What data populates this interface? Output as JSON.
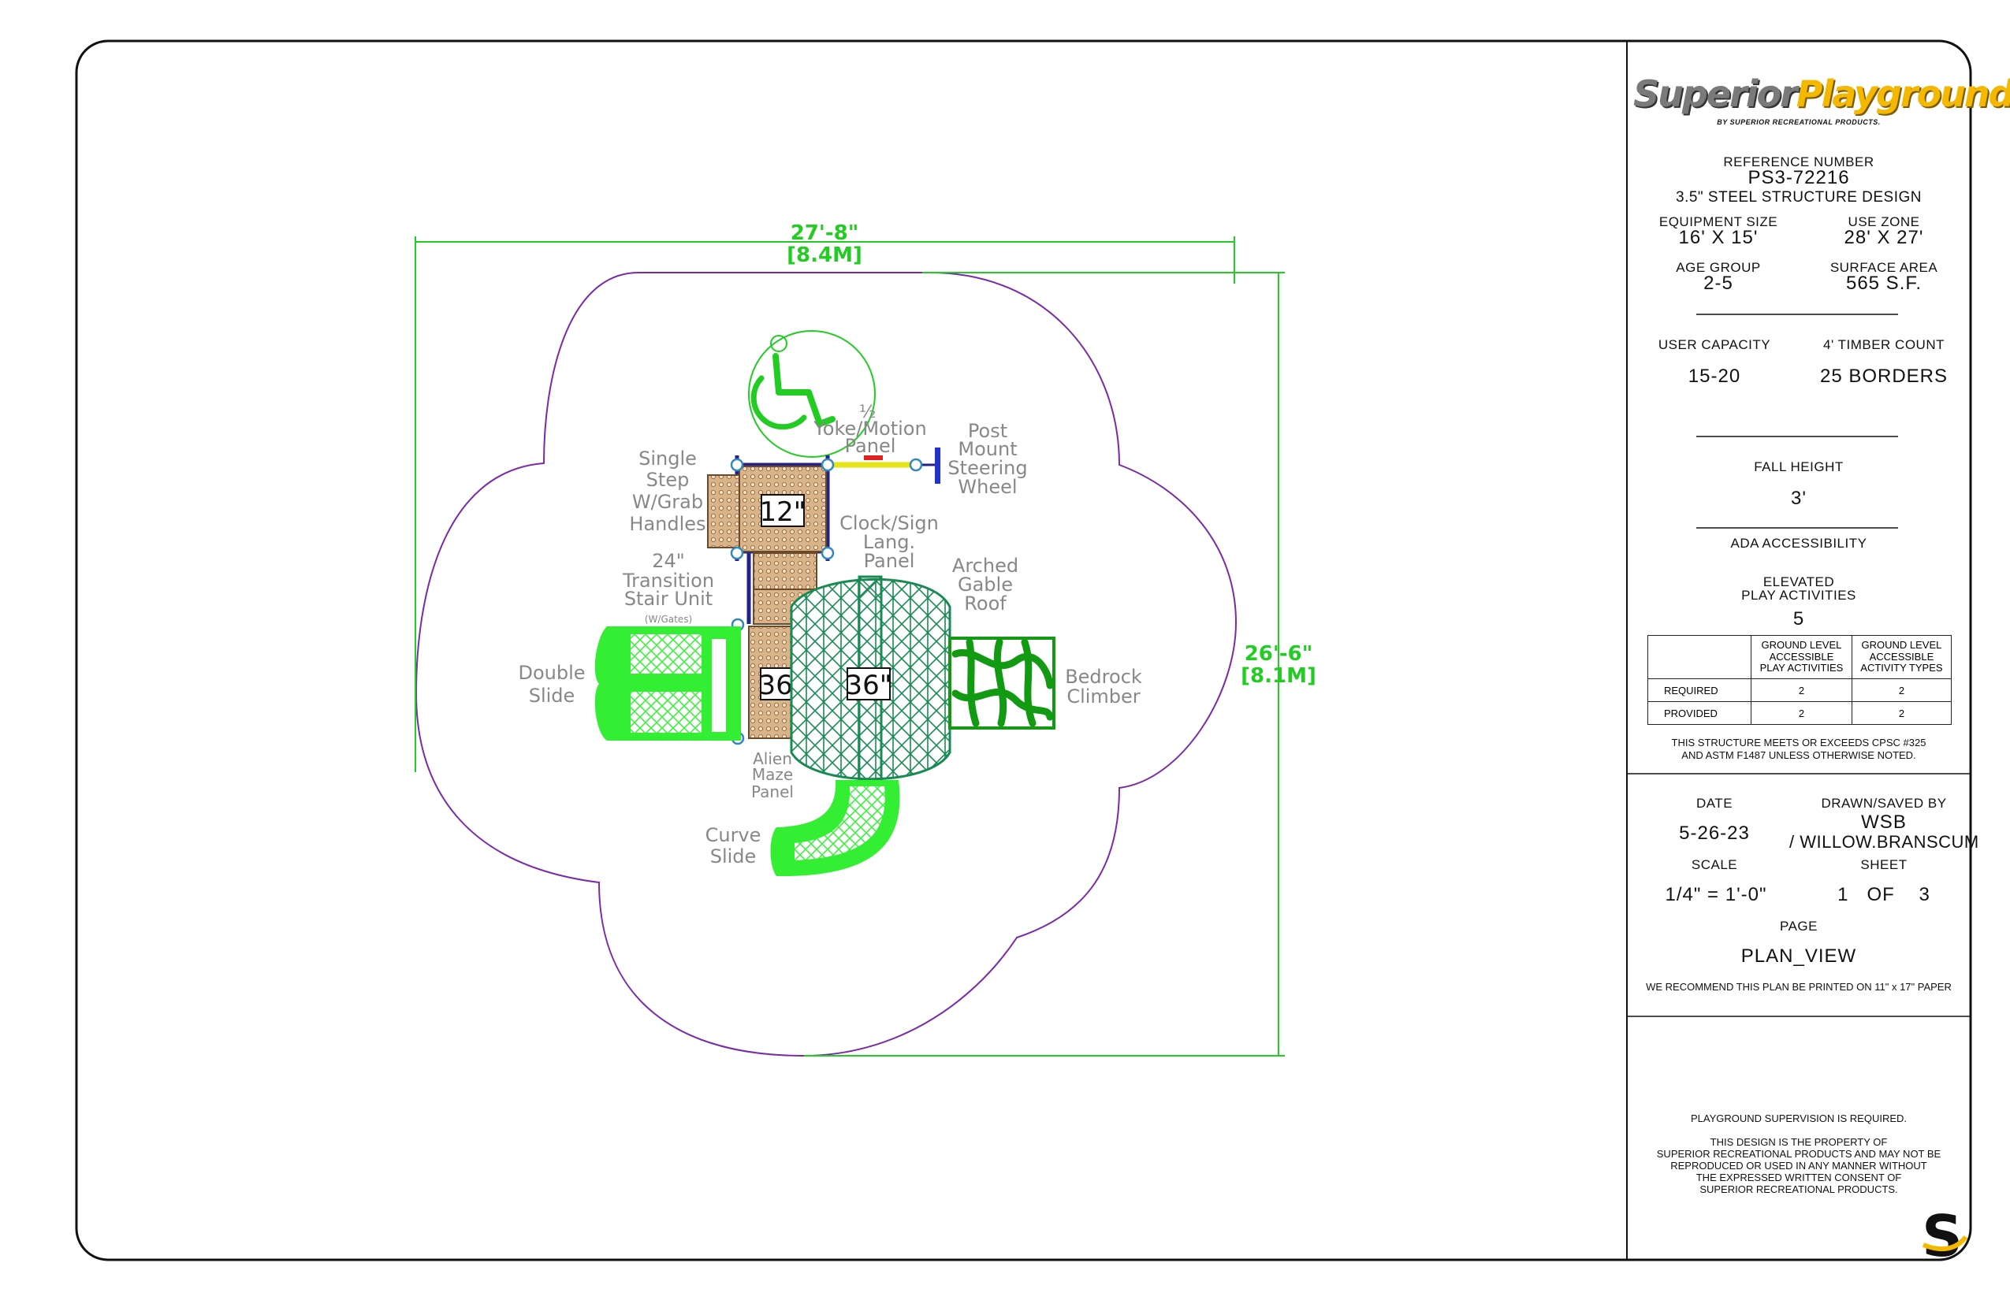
{
  "drawing": {
    "labels": {
      "width_ft": "27'-8\"",
      "width_m": "[8.4M]",
      "depth_ft": "26'-6\"",
      "depth_m": "[8.1M]",
      "yoke_fraction": "½",
      "yoke_line1": "Yoke/Motion",
      "yoke_line2": "Panel",
      "steering_line1": "Post",
      "steering_line2": "Mount",
      "steering_line3": "Steering",
      "steering_line4": "Wheel",
      "single_step_line1": "Single",
      "single_step_line2": "Step",
      "single_step_line3": "W/Grab",
      "single_step_line4": "Handles",
      "clock_line1": "Clock/Sign",
      "clock_line2": "Lang.",
      "clock_line3": "Panel",
      "transition_line1": "24\"",
      "transition_line2": "Transition",
      "transition_line3": "Stair Unit",
      "transition_note": "(W/Gates)",
      "roof_line1": "Arched",
      "roof_line2": "Gable",
      "roof_line3": "Roof",
      "double_slide_line1": "Double",
      "double_slide_line2": "Slide",
      "climber_line1": "Bedrock",
      "climber_line2": "Climber",
      "maze_line1": "Alien",
      "maze_line2": "Maze",
      "maze_line3": "Panel",
      "curve_slide_line1": "Curve",
      "curve_slide_line2": "Slide",
      "deck_12": "12\"",
      "deck_36a": "36\"",
      "deck_36b": "36\""
    },
    "colors": {
      "use_zone": "#7a2aa8",
      "dimension": "#22cc22",
      "slide": "#33ee33",
      "roof": "#1a8a55",
      "climber": "#129a12",
      "deck": "#c89868",
      "post": "#22228a"
    }
  },
  "title_block": {
    "logo_part1": "Superior",
    "logo_part2": "Playgrounds",
    "tagline": "BY SUPERIOR RECREATIONAL PRODUCTS.",
    "reference_label": "REFERENCE NUMBER",
    "reference_number": "PS3-72216",
    "design_type": "3.5\" STEEL STRUCTURE DESIGN",
    "equipment_size_label": "EQUIPMENT SIZE",
    "equipment_size": "16' X 15'",
    "use_zone_label": "USE ZONE",
    "use_zone": "28' X 27'",
    "age_group_label": "AGE GROUP",
    "age_group": "2-5",
    "surface_area_label": "SURFACE AREA",
    "surface_area": "565 S.F.",
    "user_capacity_label": "USER CAPACITY",
    "user_capacity": "15-20",
    "timber_count_label": "4' TIMBER COUNT",
    "timber_count": "25 BORDERS",
    "fall_height_label": "FALL HEIGHT",
    "fall_height": "3'",
    "ada_label": "ADA ACCESSIBILITY",
    "elevated_label_line1": "ELEVATED",
    "elevated_label_line2": "PLAY ACTIVITIES",
    "elevated_count": "5",
    "table": {
      "col1_line1": "GROUND LEVEL",
      "col1_line2": "ACCESSIBLE",
      "col1_line3": "PLAY ACTIVITIES",
      "col2_line1": "GROUND LEVEL",
      "col2_line2": "ACCESSIBLE",
      "col2_line3": "ACTIVITY TYPES",
      "rows": [
        {
          "label": "REQUIRED",
          "v1": "2",
          "v2": "2"
        },
        {
          "label": "PROVIDED",
          "v1": "2",
          "v2": "2"
        }
      ]
    },
    "compliance_line1": "THIS STRUCTURE MEETS OR EXCEEDS CPSC #325",
    "compliance_line2": "AND ASTM F1487 UNLESS OTHERWISE NOTED.",
    "date_label": "DATE",
    "date": "5-26-23",
    "drawn_label": "DRAWN/SAVED BY",
    "drawn_by": "WSB",
    "saved_by": "/ WILLOW.BRANSCUM",
    "scale_label": "SCALE",
    "scale": "1/4\" = 1'-0\"",
    "sheet_label": "SHEET",
    "sheet": "1   OF    3",
    "page_label": "PAGE",
    "page": "PLAN_VIEW",
    "print_note": "WE RECOMMEND THIS PLAN BE PRINTED ON 11\" x 17\" PAPER",
    "supervision": "PLAYGROUND SUPERVISION IS REQUIRED.",
    "property_line1": "THIS DESIGN IS THE PROPERTY OF",
    "property_line2": "SUPERIOR RECREATIONAL PRODUCTS AND MAY NOT BE",
    "property_line3": "REPRODUCED OR USED IN ANY MANNER WITHOUT",
    "property_line4": "THE EXPRESSED WRITTEN CONSENT OF",
    "property_line5": "SUPERIOR RECREATIONAL PRODUCTS."
  }
}
